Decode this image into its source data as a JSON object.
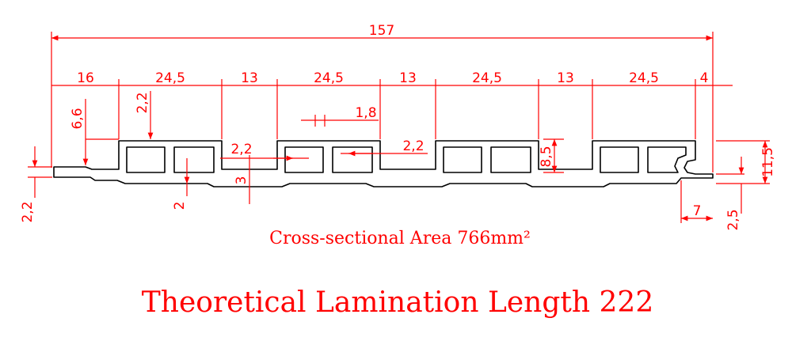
{
  "colors": {
    "dimension": "#ff0000",
    "profile": "#000000",
    "background": "#ffffff"
  },
  "dimensions": {
    "total_width": "157",
    "segments": [
      "16",
      "24,5",
      "13",
      "24,5",
      "13",
      "24,5",
      "13",
      "24,5",
      "4"
    ],
    "left_height": "6,6",
    "top_wall": "2,2",
    "rib_width": "1,8",
    "inner_wall_a": "2,2",
    "inner_wall_b": "2,2",
    "groove_depth": "3",
    "cavity_height": "8,5",
    "total_height": "11,5",
    "tongue_thickness": "2,2",
    "bottom_wall": "2",
    "right_tongue": "7",
    "right_offset": "2,5"
  },
  "captions": {
    "area": "Cross-sectional Area 766mm²",
    "lamination": "Theoretical Lamination Length 222"
  }
}
